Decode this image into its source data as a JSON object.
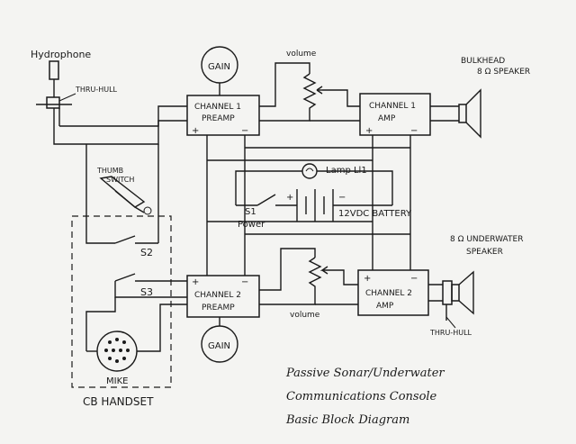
{
  "labels": {
    "hydrophone": "Hydrophone",
    "thru_hull_top": "THRU-HULL",
    "thru_hull_bottom": "THRU-HULL",
    "thumb_switch_1": "THUMB",
    "thumb_switch_2": "SWITCH",
    "s2": "S2",
    "s3": "S3",
    "mike": "MIKE",
    "cb_handset": "CB HANDSET",
    "gain_top": "GAIN",
    "gain_bottom": "GAIN",
    "volume_top": "volume",
    "volume_bottom": "volume",
    "ch1_preamp_1": "CHANNEL 1",
    "ch1_preamp_2": "PREAMP",
    "ch1_amp_1": "CHANNEL 1",
    "ch1_amp_2": "AMP",
    "ch2_preamp_1": "CHANNEL 2",
    "ch2_preamp_2": "PREAMP",
    "ch2_amp_1": "CHANNEL 2",
    "ch2_amp_2": "AMP",
    "bulkhead_1": "BULKHEAD",
    "bulkhead_2": "8 Ω SPEAKER",
    "underwater_1": "8 Ω UNDERWATER",
    "underwater_2": "SPEAKER",
    "lamp": "Lamp Ll1",
    "s1": "S1",
    "power": "Power",
    "battery": "12VDC BATTERY",
    "plus": "+",
    "minus": "−"
  },
  "title_block": {
    "line1": "Passive Sonar/Underwater",
    "line2": "Communications Console",
    "line3": "Basic Block Diagram"
  }
}
